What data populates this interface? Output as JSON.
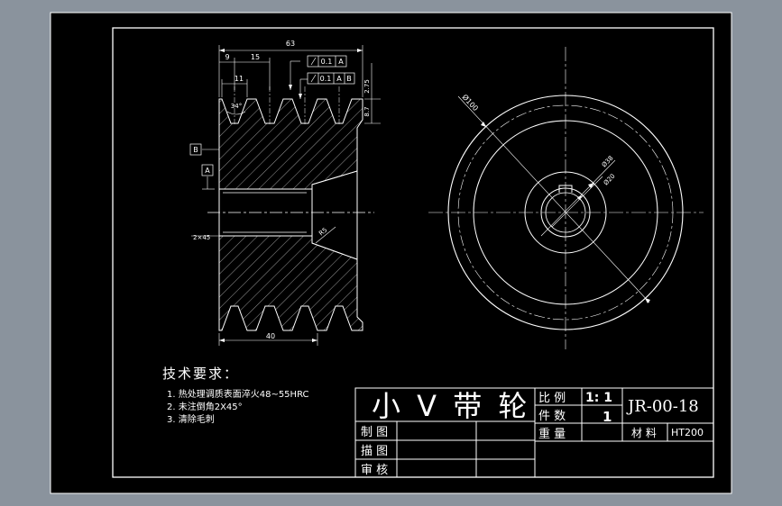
{
  "colors": {
    "background": "#8a939d",
    "sheet": "#000000",
    "line": "#ffffff",
    "hatch": "#ffffff"
  },
  "dims": {
    "overall_width": "63",
    "d9": "9",
    "d15": "15",
    "d11": "11",
    "angle": "34°",
    "d275": "2.75",
    "d87": "8.7",
    "bottom_width": "40",
    "chamfer": "2×45",
    "fillet": "R5",
    "tol1": "0.1",
    "tol2": "0.1",
    "datum_a": "A",
    "datum_b": "B",
    "datum_ab_a": "A",
    "datum_ab_b": "B",
    "dia_outer": "Ø100",
    "dia_hub": "Ø38",
    "dia_bore": "Ø20"
  },
  "notes": {
    "title": "技术要求：",
    "items": [
      "1.  热处理调质表面淬火48~55HRC",
      "2.  未注倒角2X45°",
      "3.  清除毛刺"
    ]
  },
  "title_block": {
    "part_name": "小 V 带 轮",
    "scale_label": "比 例",
    "scale_value": "1: 1",
    "qty_label": "件 数",
    "qty_value": "1",
    "weight_label": "重 量",
    "drawing_no": "JR-00-18",
    "material_label": "材 料",
    "material_value": "HT200",
    "drawn_label": "制 图",
    "traced_label": "描 图",
    "checked_label": "审 核"
  }
}
